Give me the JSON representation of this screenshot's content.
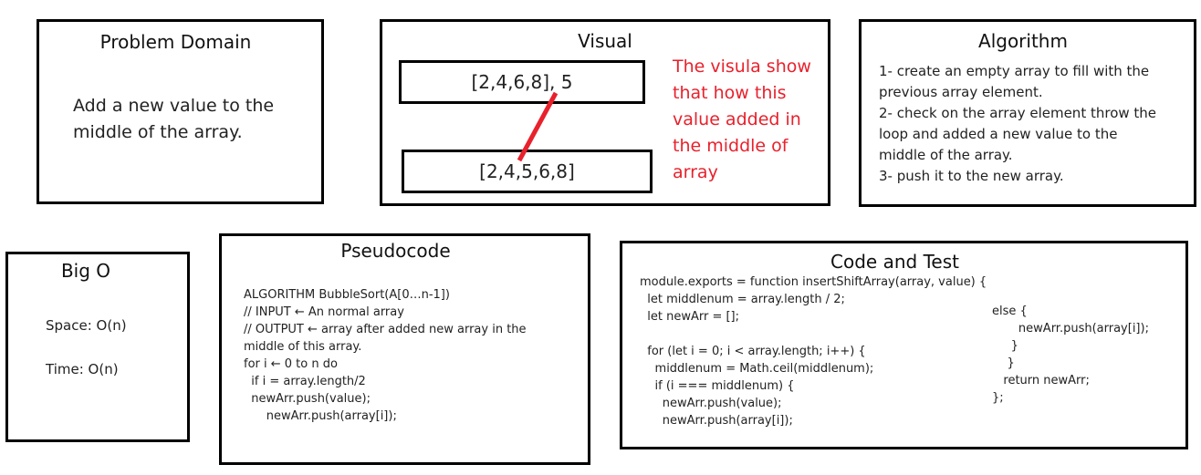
{
  "problem": {
    "title": "Problem Domain",
    "text_lines": [
      "Add a new value to the",
      "middle of the array."
    ]
  },
  "visual": {
    "title": "Visual",
    "input": "[2,4,6,8], 5",
    "output": "[2,4,5,6,8]",
    "note_lines": [
      "The visula show",
      "that how this",
      "value added in",
      "the middle of",
      "array"
    ],
    "note_color": "#e8212c"
  },
  "algorithm": {
    "title": "Algorithm",
    "lines": [
      "1- create an empty array to fill with the",
      "previous array element.",
      "2- check on the array element throw the",
      "loop and added a new value to the",
      "middle of the array.",
      "3- push it to the new array."
    ]
  },
  "bigo": {
    "title": "Big O",
    "space": "Space: O(n)",
    "time": "Time: O(n)"
  },
  "pseudocode": {
    "title": "Pseudocode",
    "lines": [
      "ALGORITHM BubbleSort(A[0…n-1])",
      "// INPUT ← An normal array",
      "// OUTPUT ← array after added new array in the",
      "middle of this array.",
      "for i ← 0 to n do",
      "  if i = array.length/2",
      "  newArr.push(value);",
      "      newArr.push(array[i]);"
    ]
  },
  "code": {
    "title": "Code and Test",
    "left_lines": [
      "module.exports = function insertShiftArray(array, value) {",
      "  let middlenum = array.length / 2;",
      "  let newArr = [];",
      "",
      "  for (let i = 0; i < array.length; i++) {",
      "    middlenum = Math.ceil(middlenum);",
      "    if (i === middlenum) {",
      "      newArr.push(value);",
      "      newArr.push(array[i]);"
    ],
    "right_lines": [
      "else {",
      "       newArr.push(array[i]);",
      "     }",
      "    }",
      "   return newArr;",
      "};"
    ]
  }
}
